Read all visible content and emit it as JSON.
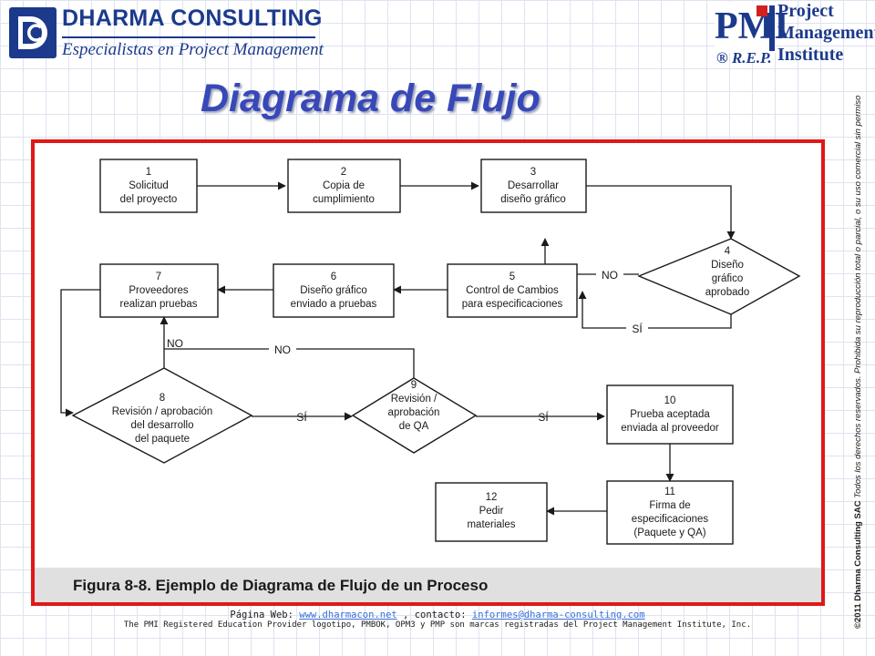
{
  "header": {
    "company_name": "DHARMA CONSULTING",
    "company_tagline": "Especialistas en Project Management",
    "pmi_lines": [
      "Project",
      "Management",
      "Institute"
    ],
    "pmi_rep": "® R.E.P.",
    "colors": {
      "brand_blue": "#1c3a8c",
      "pmi_red": "#d42020"
    }
  },
  "title": "Diagrama de Flujo",
  "diagram": {
    "nodes": [
      {
        "id": "1",
        "lines": [
          "1",
          "Solicitud",
          "del proyecto"
        ]
      },
      {
        "id": "2",
        "lines": [
          "2",
          "Copia de",
          "cumplimiento"
        ]
      },
      {
        "id": "3",
        "lines": [
          "3",
          "Desarrollar",
          "diseño gráfico"
        ]
      },
      {
        "id": "4",
        "lines": [
          "4",
          "Diseño",
          "gráfico",
          "aprobado"
        ]
      },
      {
        "id": "5",
        "lines": [
          "5",
          "Control de Cambios",
          "para especificaciones"
        ]
      },
      {
        "id": "6",
        "lines": [
          "6",
          "Diseño gráfico",
          "enviado a pruebas"
        ]
      },
      {
        "id": "7",
        "lines": [
          "7",
          "Proveedores",
          "realizan pruebas"
        ]
      },
      {
        "id": "8",
        "lines": [
          "8",
          "Revisión / aprobación",
          "del desarrollo",
          "del paquete"
        ]
      },
      {
        "id": "9",
        "lines": [
          "9",
          "Revisión /",
          "aprobación",
          "de QA"
        ]
      },
      {
        "id": "10",
        "lines": [
          "10",
          "Prueba aceptada",
          "enviada al proveedor"
        ]
      },
      {
        "id": "11",
        "lines": [
          "11",
          "Firma de",
          "especificaciones",
          "(Paquete y QA)"
        ]
      },
      {
        "id": "12",
        "lines": [
          "12",
          "Pedir",
          "materiales"
        ]
      }
    ],
    "edge_labels": {
      "no_4": "NO",
      "si_4": "SÍ",
      "no_8": "NO",
      "no_9": "NO",
      "si_8": "SÍ",
      "si_9": "SÍ"
    },
    "caption": "Figura 8-8. Ejemplo de Diagrama de Flujo de un Proceso"
  },
  "side_note": {
    "bold": "©2011  Dharma Consulting SAC",
    "italic": " Todos los derechos reservados. Prohibida su reproducción total o parcial, o su uso comercial sin permiso"
  },
  "footer": {
    "web_prefix": "Página Web: ",
    "web_link": "www.dharmacon.net",
    "contact_prefix": " , contacto: ",
    "contact_link": "informes@dharma-consulting.com",
    "legal": "The PMI Registered Education Provider logotipo, PMBOK, OPM3 y PMP son marcas registradas del Project Management Institute, Inc."
  },
  "colors": {
    "frame_red": "#e01818",
    "title_blue": "#3848b8",
    "link_blue": "#3a6fd8"
  }
}
